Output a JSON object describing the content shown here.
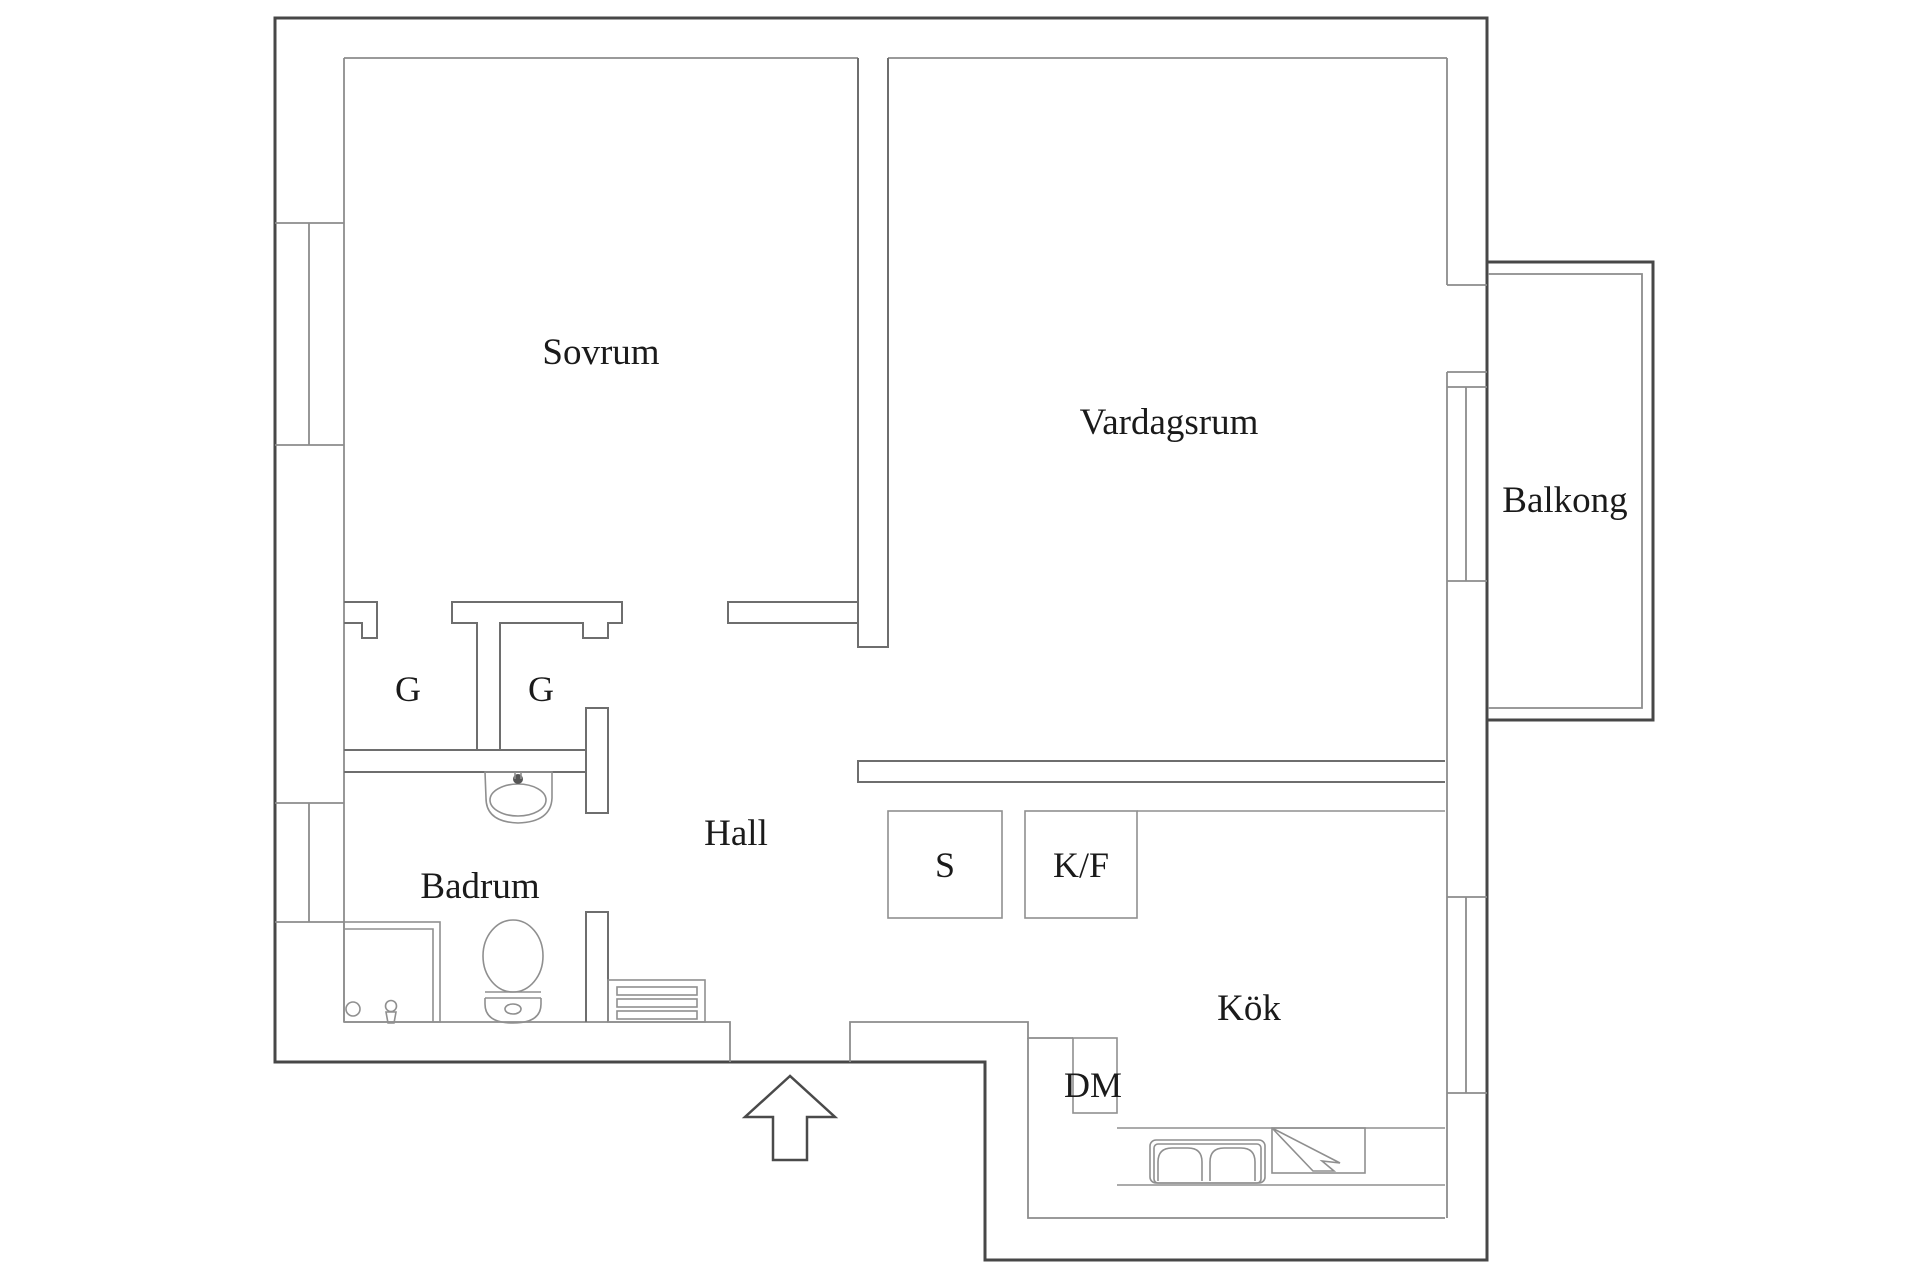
{
  "plan": {
    "title": "Apartment floor plan (Swedish)",
    "labels": {
      "sovrum": "Sovrum",
      "vardagsrum": "Vardagsrum",
      "balkong": "Balkong",
      "closet_left": "G",
      "closet_right": "G",
      "hall": "Hall",
      "badrum": "Badrum",
      "pantry": "S",
      "fridge_freezer": "K/F",
      "kok": "Kök",
      "dishwasher": "DM"
    },
    "colors": {
      "background": "#ffffff",
      "outer_wall": "#474747",
      "inner_wall": "#8c8c8c",
      "partition_wall": "#6e6e6e",
      "fixture_line": "#8f8f8f",
      "text": "#1a1a1a"
    },
    "fixtures": [
      "entrance-arrow",
      "shower",
      "floor-drain",
      "shower-mixer",
      "toilet",
      "washbasin",
      "radiator",
      "dishwasher-box",
      "kitchen-sink",
      "stove",
      "pantry-cabinet",
      "fridge-freezer-cabinet",
      "kitchen-counter",
      "window",
      "balcony-railing"
    ]
  }
}
